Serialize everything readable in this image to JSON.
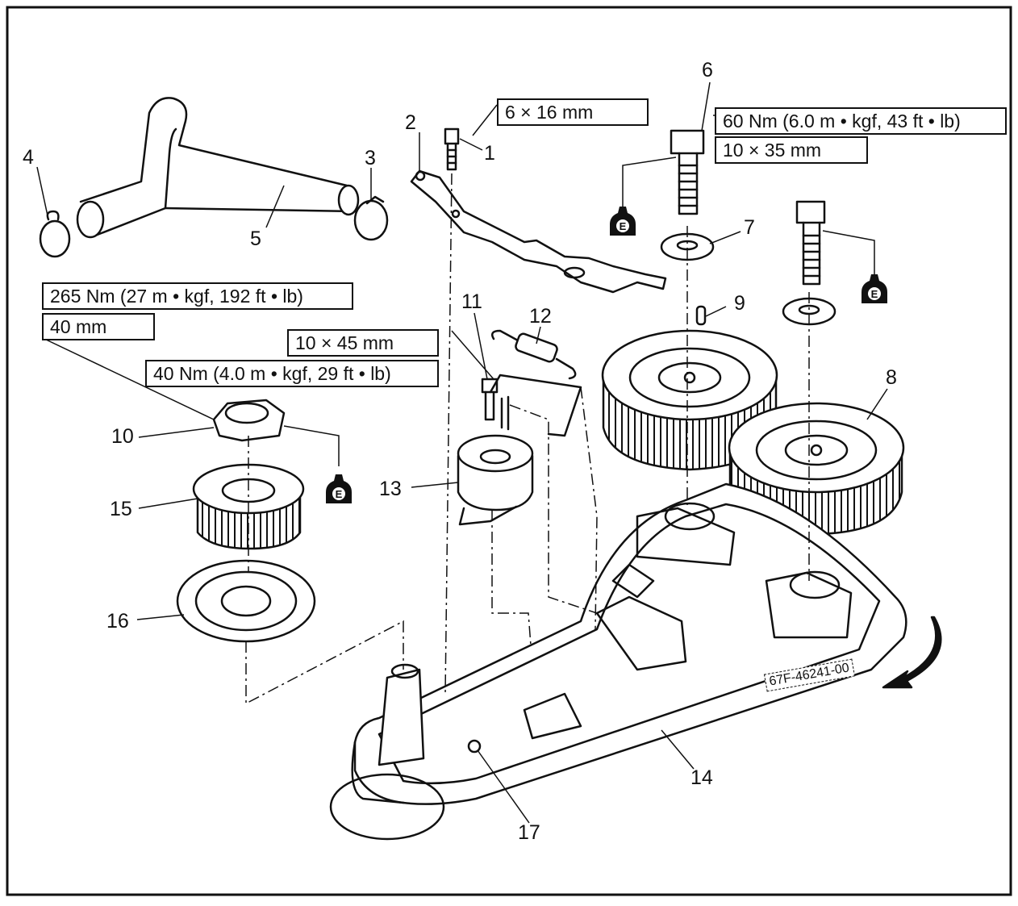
{
  "callouts": {
    "c1": "1",
    "c2": "2",
    "c3": "3",
    "c4": "4",
    "c5": "5",
    "c6": "6",
    "c7": "7",
    "c8": "8",
    "c9": "9",
    "c10": "10",
    "c11": "11",
    "c12": "12",
    "c13": "13",
    "c14": "14",
    "c15": "15",
    "c16": "16",
    "c17": "17"
  },
  "specs": {
    "bolt1_size": "6 × 16 mm",
    "bolt6_torque": "60 Nm (6.0 m • kgf, 43 ft • lb)",
    "bolt6_size": "10 × 35 mm",
    "nut10_torque": "265 Nm (27 m • kgf, 192 ft • lb)",
    "nut10_size": "40 mm",
    "bolt11_size": "10 × 45 mm",
    "bolt11_torque": "40 Nm (4.0 m • kgf, 29 ft • lb)"
  },
  "sealant_mark": "E",
  "part_code": "67F-46241-00"
}
